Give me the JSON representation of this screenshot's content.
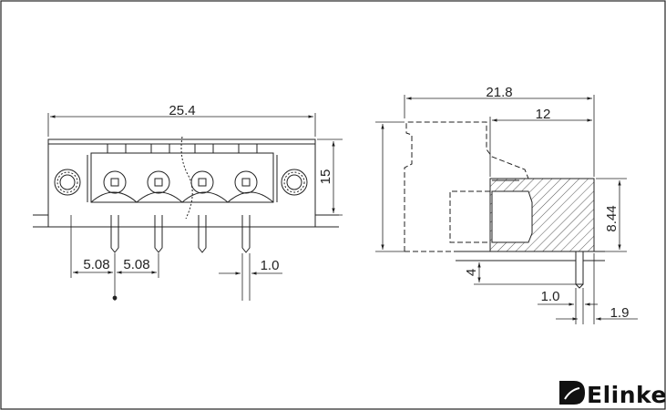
{
  "front_view": {
    "width_dim": "25.4",
    "height_dim": "15",
    "pitch_dim_left": "5.08",
    "pitch_dim_right": "5.08",
    "pin_dim": "1.0"
  },
  "side_view": {
    "depth_dim": "21.8",
    "body_dim": "12",
    "height_dim": "8.44",
    "pin_len_dim": "4",
    "pin_dim": "1.0",
    "offset_dim": "1.9"
  },
  "brand": {
    "name": "Elinker"
  },
  "colors": {
    "line": "#222222",
    "hatch": "#555555"
  }
}
